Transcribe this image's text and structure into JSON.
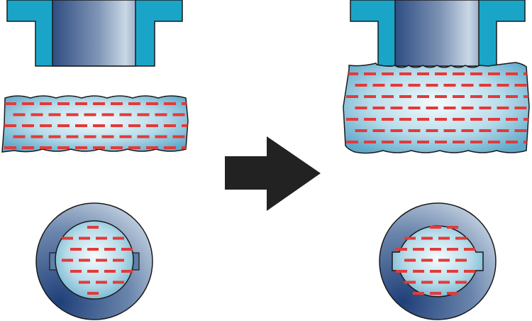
{
  "diagram": {
    "colors": {
      "background": "#ffffff",
      "die": "#1aa5c8",
      "punch_dark": "#2f4d82",
      "punch_light": "#c9d7e6",
      "ring_dark": "#1f3f78",
      "ring_light": "#dbe6ef",
      "material_edge": "#5fa8c9",
      "material_light": "#f5fbfd",
      "dashes": "#e23a3a",
      "outline": "#1a1a1a",
      "arrow": "#222222"
    },
    "panels": [
      {
        "id": "before",
        "state": "material separate from punch-and-die tool"
      },
      {
        "id": "after",
        "state": "material pressed and flowed into the tool"
      }
    ],
    "arrow_direction": "right"
  }
}
